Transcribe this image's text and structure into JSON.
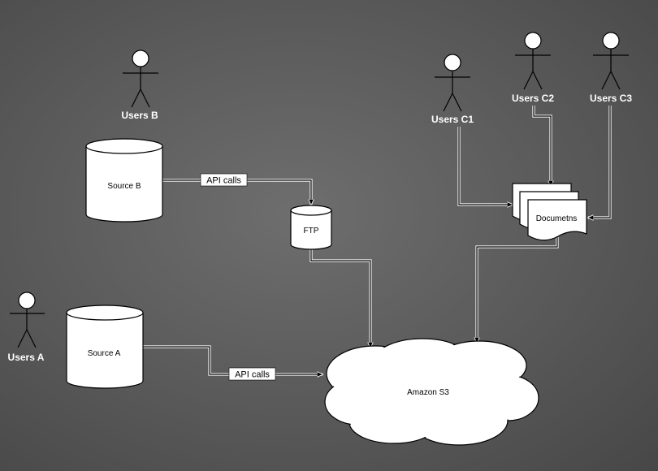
{
  "actors": {
    "users_b": "Users B",
    "users_a": "Users A",
    "users_c1": "Users C1",
    "users_c2": "Users C2",
    "users_c3": "Users C3"
  },
  "nodes": {
    "source_b": "Source B",
    "source_a": "Source A",
    "ftp": "FTP",
    "documents": "Documetns",
    "amazon_s3": "Amazon S3"
  },
  "edges": {
    "source_b_to_ftp": "API calls",
    "source_a_to_s3": "API calls"
  }
}
